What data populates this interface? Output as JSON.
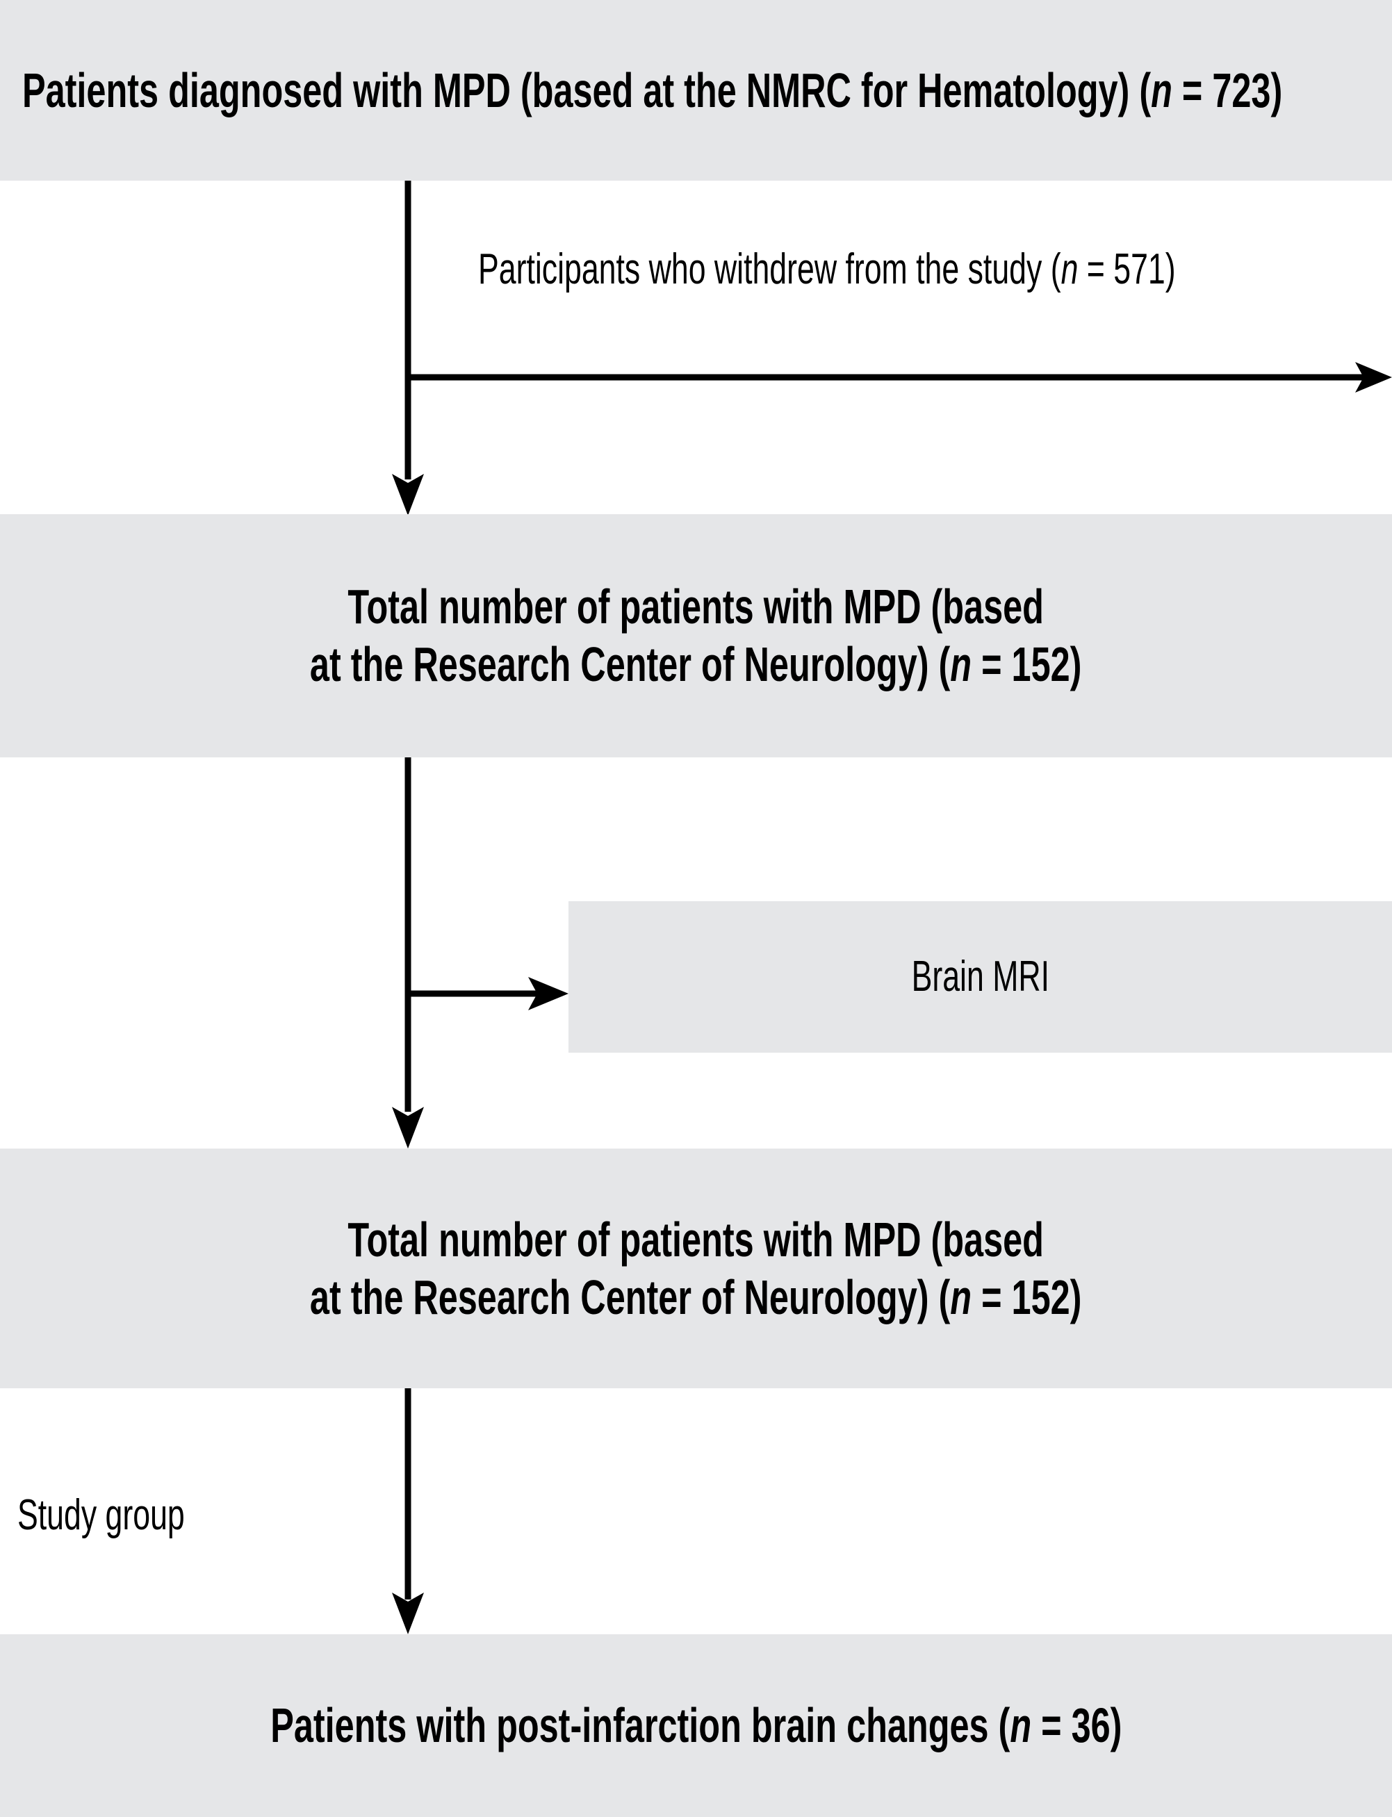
{
  "diagram": {
    "title": "Patient selection flow diagram",
    "colors": {
      "box_fill": "#e5e6e8",
      "text": "#000000",
      "connector": "#000000",
      "page_background": "#ffffff"
    },
    "nodes": {
      "top_box": {
        "text": "Patients diagnosed with MPD (based at the NMRC for Hematology) (n = 723)",
        "text_before_n": "Patients diagnosed with MPD (based at the NMRC for Hematology) (",
        "n_symbol": "n",
        "text_after_n": " = 723)",
        "count": 723
      },
      "second_box": {
        "line1": "Total number of patients with MPD (based",
        "line2_before_n": "at the Research Center of Neurology) (",
        "n_symbol": "n",
        "line2_after_n": " = 152)",
        "count": 152
      },
      "mri_box": {
        "text": "Brain MRI"
      },
      "third_box": {
        "line1": "Total number of patients with MPD (based",
        "line2_before_n": "at the Research Center of Neurology) (",
        "n_symbol": "n",
        "line2_after_n": " = 152)",
        "count": 152
      },
      "bottom_box": {
        "text_before_n": "Patients with post-infarction brain changes (",
        "n_symbol": "n",
        "text_after_n": " = 36)",
        "count": 36
      }
    },
    "labels": {
      "withdrew": {
        "text_before_n": "Participants who withdrew from the study (",
        "n_symbol": "n",
        "text_after_n": " = 571)",
        "count": 571
      },
      "study_group": {
        "text": "Study group"
      }
    }
  }
}
